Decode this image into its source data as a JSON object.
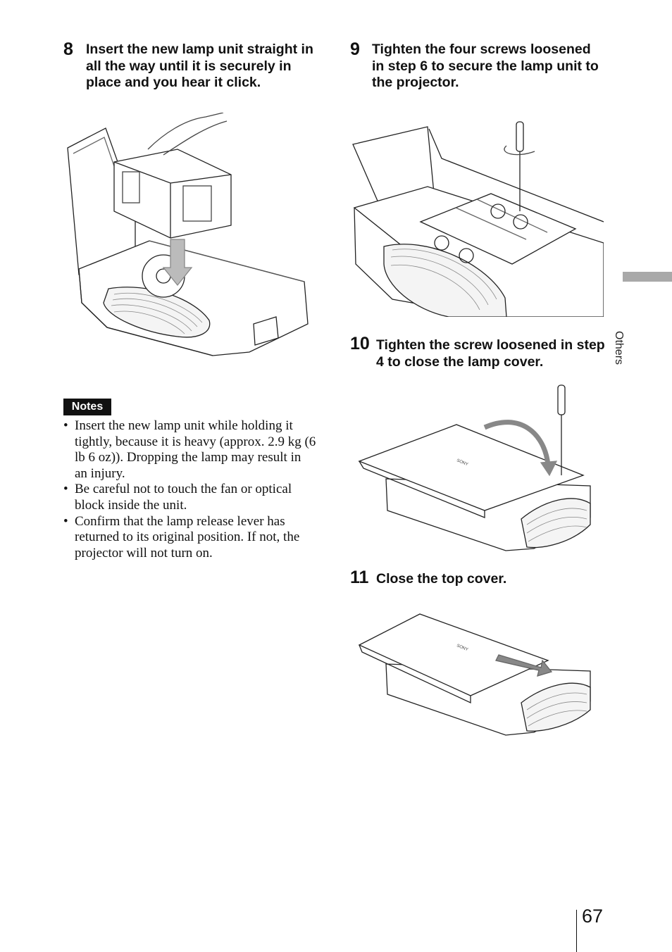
{
  "steps": [
    {
      "number": "8",
      "text": "Insert the new lamp unit straight in all the way until it is securely in place and you hear it click."
    },
    {
      "number": "9",
      "text": "Tighten the four screws loosened in step 6 to secure the lamp unit to the projector."
    },
    {
      "number": "10",
      "text": "Tighten the screw loosened in step 4 to close the lamp cover."
    },
    {
      "number": "11",
      "text": "Close the top cover."
    }
  ],
  "notes": {
    "label": "Notes",
    "items": [
      "Insert the new lamp unit while holding it tightly, because it is heavy (approx. 2.9 kg (6 lb 6 oz)). Dropping the lamp may result in an injury.",
      "Be careful not to touch the fan or optical block inside the unit.",
      "Confirm that the lamp release lever has returned to its original position. If not, the projector will not turn on."
    ],
    "bullet": "•"
  },
  "illustrations": {
    "brand_logo": "SONY"
  },
  "sidebar": {
    "section_label": "Others"
  },
  "page_number": "67",
  "colors": {
    "tab": "#a9a9a9",
    "notes_label_bg": "#111111"
  }
}
